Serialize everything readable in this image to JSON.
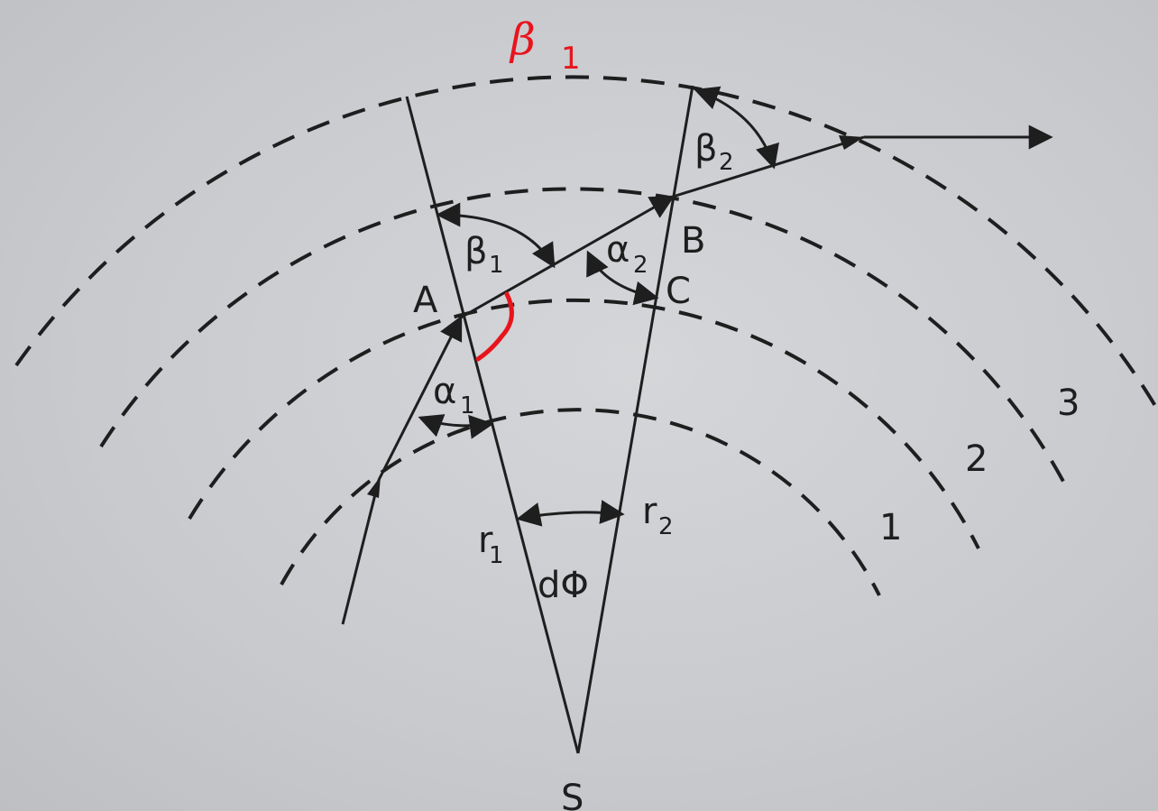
{
  "labels": {
    "point_a": "A",
    "point_b": "B",
    "point_c": "C",
    "point_s": "S",
    "angle_alpha1": "α",
    "angle_alpha1_sub": "1",
    "angle_alpha2": "α",
    "angle_alpha2_sub": "2",
    "angle_beta1": "β",
    "angle_beta1_sub": "1",
    "angle_beta2": "β",
    "angle_beta2_sub": "2",
    "radius_r1": "r",
    "radius_r1_sub": "1",
    "radius_r2": "r",
    "radius_r2_sub": "2",
    "angle_dphi": "dΦ",
    "layer_1": "1",
    "layer_2": "2",
    "layer_3": "3"
  },
  "annotation": {
    "handwritten_beta": "β",
    "handwritten_beta_sub": "1",
    "color": "#e8141c"
  },
  "colors": {
    "ink": "#1e1e1e",
    "paper": "#c9cbcf"
  }
}
